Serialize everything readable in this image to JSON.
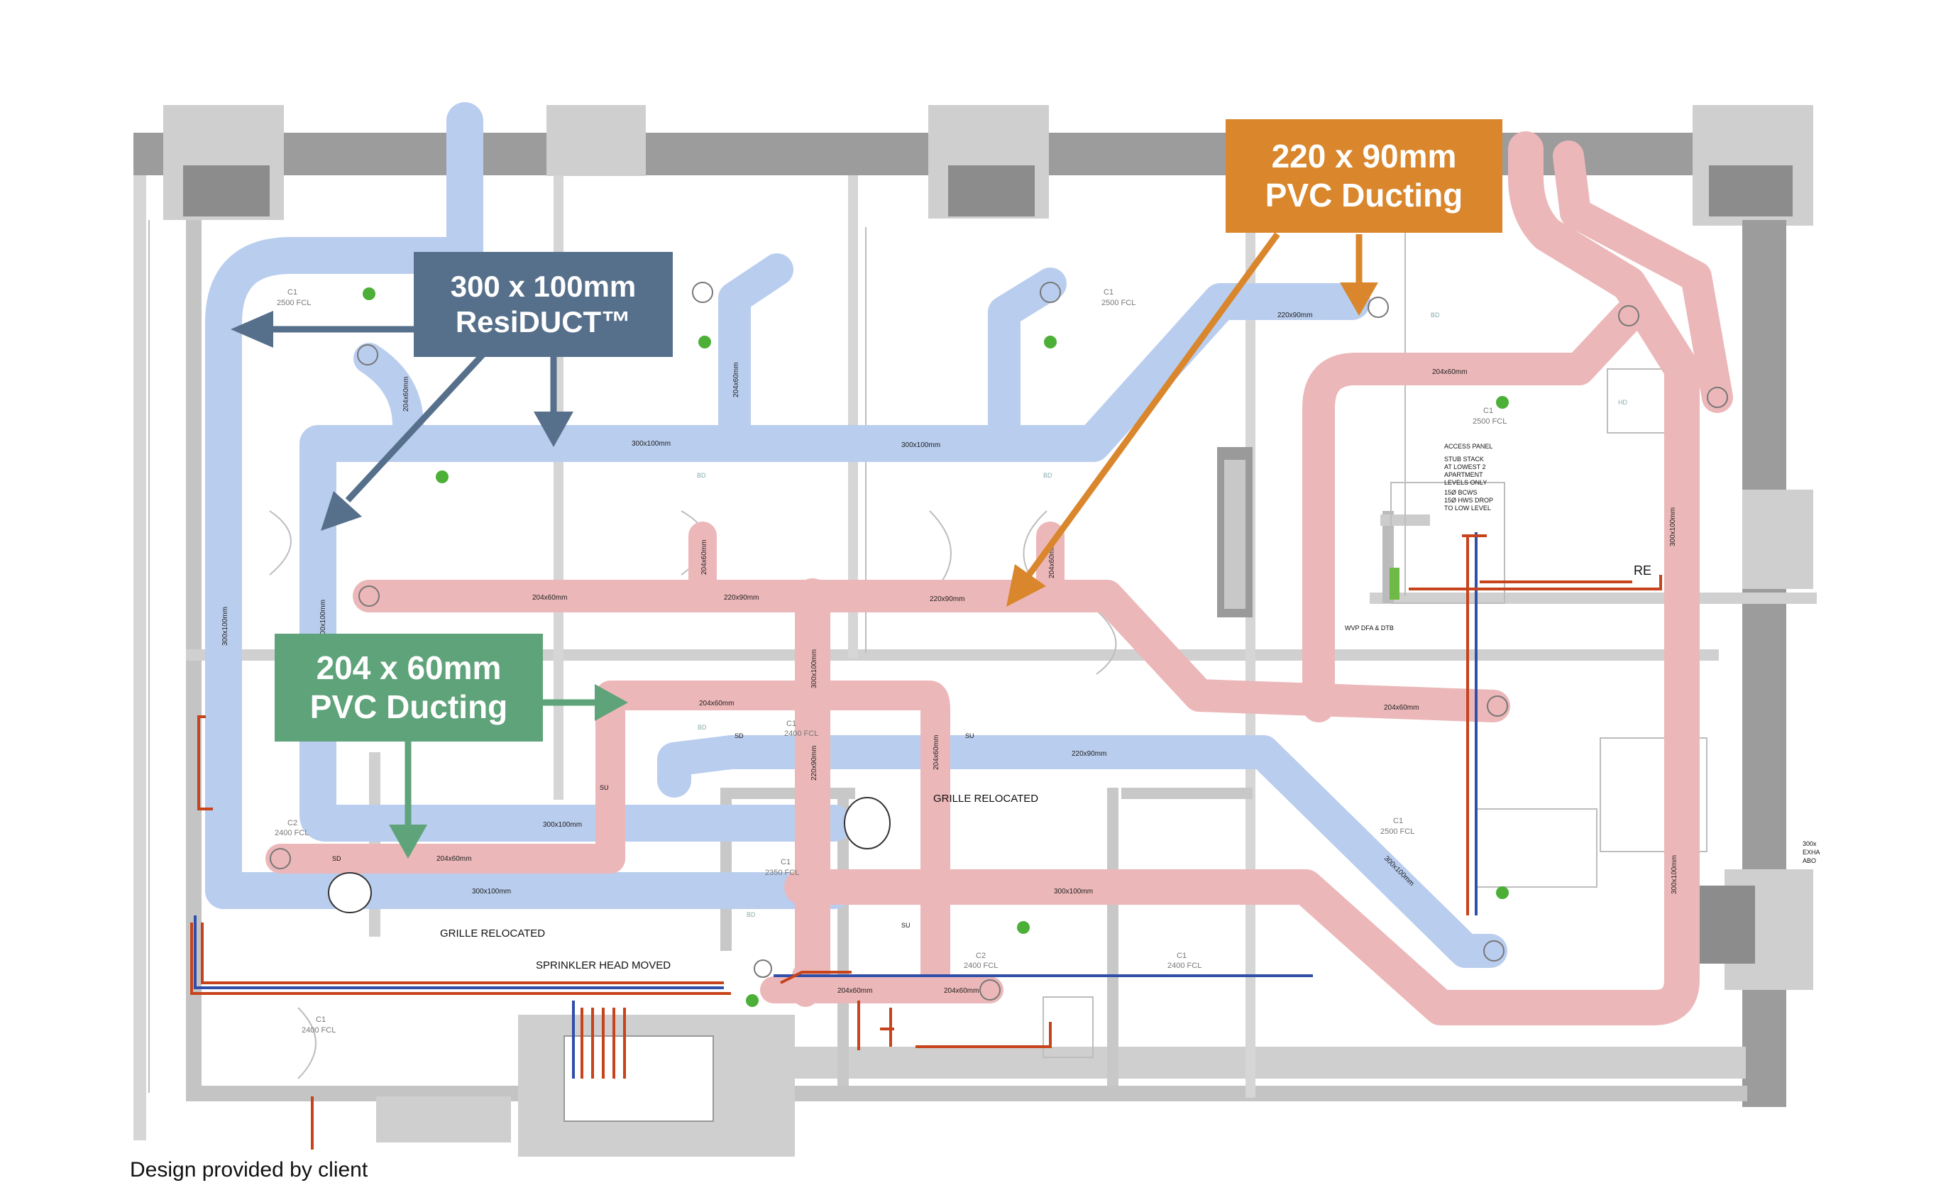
{
  "colors": {
    "supply_duct": "#b9cdee",
    "extract_duct": "#ecb7b8",
    "callout_residuct": "#566f8b",
    "callout_220": "#d9862c",
    "callout_204": "#5fa37a",
    "wall": "#c6c6c6",
    "wall_dark": "#999999",
    "pipe_red": "#c6431c",
    "pipe_blue": "#2f4fa8"
  },
  "callouts": {
    "residuct": {
      "line1": "300 x 100mm",
      "line2": "ResiDUCT™"
    },
    "pvc220": {
      "line1": "220 x 90mm",
      "line2": "PVC Ducting"
    },
    "pvc204": {
      "line1": "204 x 60mm",
      "line2": "PVC Ducting"
    }
  },
  "duct_labels": {
    "d300_top_a": "300x100mm",
    "d300_top_b": "300x100mm",
    "d300_vert_left": "300x100mm",
    "d300_vert_mid": "300x100mm",
    "d300_bottom_a": "300x100mm",
    "d300_bottom_b": "300x100mm",
    "d300_mid": "300x100mm",
    "d300_right_vert": "300x100mm",
    "d300_right_vert_b": "300x100mm",
    "d300_center_vert": "300x100mm",
    "d300_diag": "300x100mm",
    "d220_top": "220x90mm",
    "d220_mid_a": "220x90mm",
    "d220_mid_b": "220x90mm",
    "d220_lower": "220x90mm",
    "d204_a": "204x60mm",
    "d204_b": "204x60mm",
    "d204_c": "204x60mm",
    "d204_right_top": "204x60mm",
    "d204_right_mid": "204x60mm",
    "d204_bottom_a": "204x60mm",
    "d204_bottom_b": "204x60mm",
    "d204_vert_a": "204x60mm",
    "d204_vert_b": "204x60mm",
    "d204_vert_c": "204x60mm",
    "d204_vert_d": "204x60mm",
    "d204_vert_e": "204x60mm",
    "d220_vert": "220x90mm"
  },
  "room_tags": [
    {
      "code": "C1",
      "level": "2500 FCL"
    },
    {
      "code": "C1",
      "level": "2500 FCL"
    },
    {
      "code": "C1",
      "level": "2500 FCL"
    },
    {
      "code": "C2",
      "level": "2400 FCL"
    },
    {
      "code": "C1",
      "level": "2400 FCL"
    },
    {
      "code": "C1",
      "level": "2350 FCL"
    },
    {
      "code": "C1",
      "level": "2500 FCL"
    },
    {
      "code": "C2",
      "level": "2400 FCL"
    },
    {
      "code": "C1",
      "level": "2400 FCL"
    },
    {
      "code": "C1",
      "level": "2400 FCL"
    }
  ],
  "notes": {
    "grille_relocated_a": "GRILLE RELOCATED",
    "grille_relocated_b": "GRILLE RELOCATED",
    "sprinkler": "SPRINKLER HEAD MOVED",
    "access_panel": "ACCESS PANEL",
    "stub_stack": [
      "STUB STACK",
      "AT LOWEST 2",
      "APARTMENT",
      "LEVELS ONLY",
      "15Ø BCWS",
      "15Ø HWS DROP",
      "TO LOW LEVEL"
    ],
    "wvp": "WVP DFA & DTB",
    "re": "RE",
    "exhaust": [
      "300x",
      "EXHA",
      "ABO"
    ],
    "sd": "SD",
    "su": "SU",
    "bd": "BD",
    "hd": "HD"
  },
  "footer": "Design provided by client"
}
